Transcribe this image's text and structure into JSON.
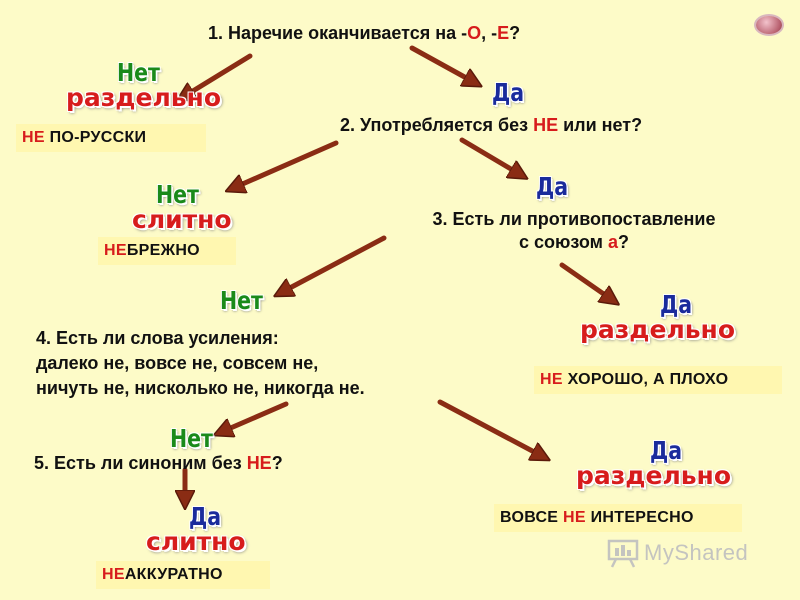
{
  "q1": {
    "prefix": "1. Наречие оканчивается на -",
    "o": "О",
    "mid": ", -",
    "e": "Е",
    "end": "?"
  },
  "q2": {
    "prefix": "2. Употребляется без ",
    "ne": "НЕ",
    "end": " или нет?"
  },
  "q3": {
    "line1": "3. Есть ли противопоставление",
    "line2_prefix": "с союзом ",
    "a": "а",
    "end": "?"
  },
  "q4": {
    "line1": "4. Есть ли слова усиления:",
    "line2": "далеко не, вовсе не, совсем  не,",
    "line3": "ничуть не, нисколько не, никогда не."
  },
  "q5": {
    "prefix": "5. Есть ли синоним без ",
    "ne": "НЕ",
    "end": "?"
  },
  "labels": {
    "no": "Нет",
    "yes": "Да",
    "separately": "раздельно",
    "together": "слитно"
  },
  "examples": {
    "ex1": {
      "ne": "НЕ",
      "rest": " ПО-РУССКИ"
    },
    "ex2": {
      "ne": "НЕ",
      "rest": "БРЕЖНО"
    },
    "ex3": {
      "ne": "НЕ",
      "rest": " ХОРОШО, А ПЛОХО"
    },
    "ex4": {
      "pre": "ВОВСЕ ",
      "ne": "НЕ",
      "rest": " ИНТЕРЕСНО"
    },
    "ex5": {
      "ne": "НЕ",
      "rest": "АККУРАТНО"
    }
  },
  "watermark": "MyShared",
  "colors": {
    "background": "#fdfbc8",
    "arrow": "#8a2c14",
    "highlight": "#d71c1c",
    "yes": "#1a2b9c",
    "no": "#1a8a1a"
  }
}
